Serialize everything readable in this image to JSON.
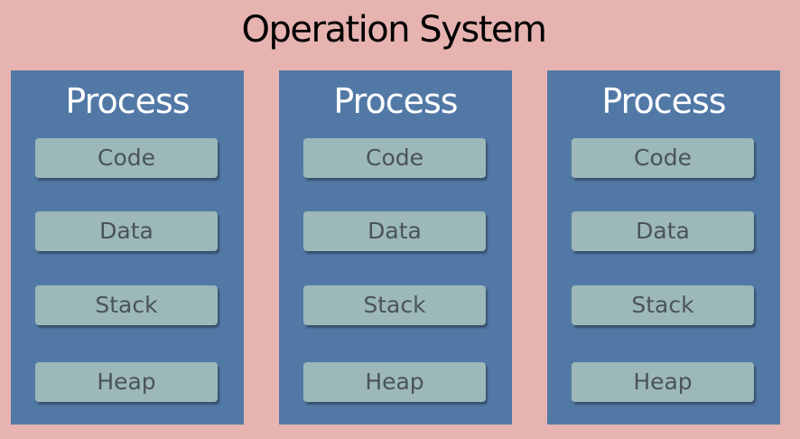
{
  "title": "Operation System",
  "processes": [
    {
      "label": "Process",
      "segments": [
        "Code",
        "Data",
        "Stack",
        "Heap"
      ]
    },
    {
      "label": "Process",
      "segments": [
        "Code",
        "Data",
        "Stack",
        "Heap"
      ]
    },
    {
      "label": "Process",
      "segments": [
        "Code",
        "Data",
        "Stack",
        "Heap"
      ]
    }
  ],
  "colors": {
    "background": "#e6b3b0",
    "process": "#5279a6",
    "segment": "#9db8b8",
    "segment_text": "#4a5458",
    "process_text": "#ffffff"
  }
}
